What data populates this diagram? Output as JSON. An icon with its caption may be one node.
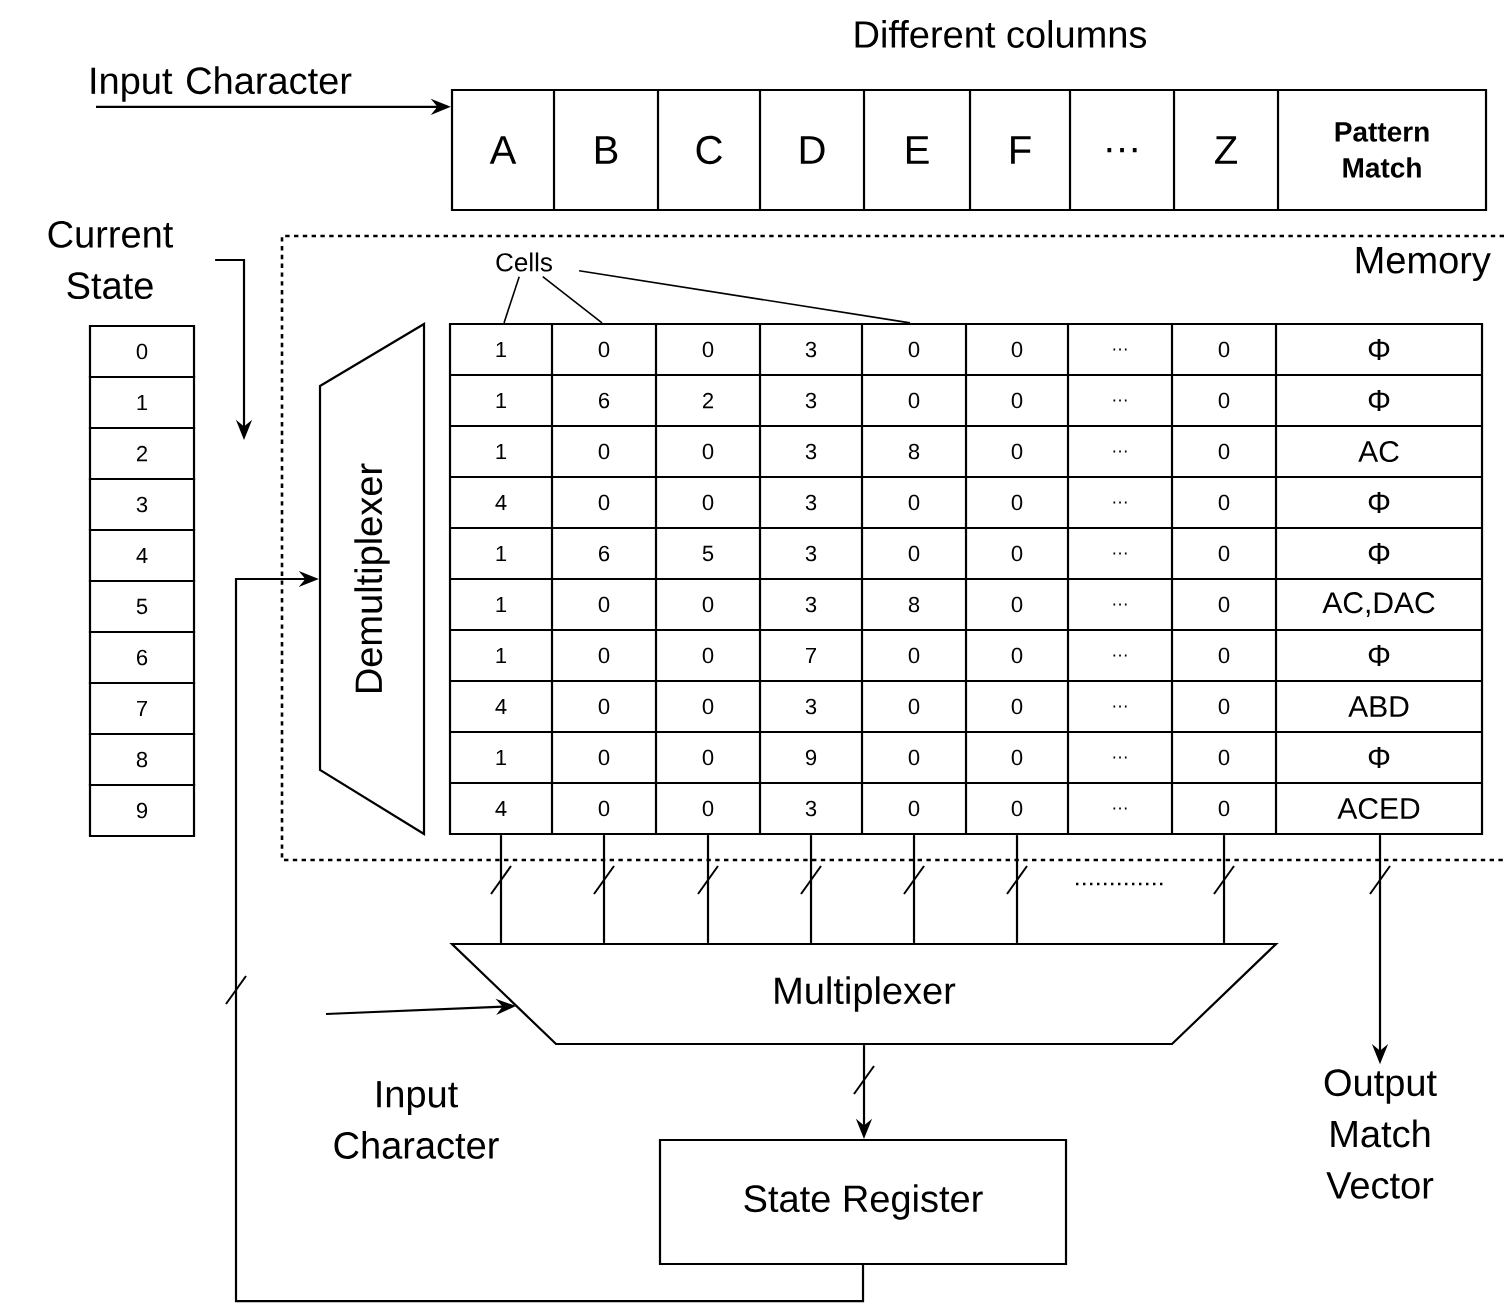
{
  "diagram": {
    "nodes": [
      {
        "text": [
          "Input Character"
        ]
      },
      {
        "text": [],
        "shape": "box"
      },
      {
        "text": [
          "Current State"
        ]
      },
      {
        "text": [
          "Memory"
        ]
      },
      {
        "text": [
          "Cells"
        ],
        "in": 3
      },
      {
        "text": [
          "Demultiplexer"
        ],
        "in": 3
      },
      {
        "text": [],
        "shape": "box",
        "in": 3
      },
      {
        "text": [
          "Multiplexer"
        ]
      },
      {
        "text": [
          "Input Character"
        ]
      },
      {
        "text": [
          "State Register"
        ]
      },
      {
        "text": [
          "Output Match Vector"
        ]
      }
    ],
    "edges": [
      {
        "from": 0,
        "to": 1,
        "arrow": "to"
      },
      {
        "from": 2,
        "to": null,
        "arrow": "to"
      },
      {
        "from": 4,
        "to": 6,
        "arrow": "none"
      },
      {
        "from": 4,
        "to": 6,
        "arrow": "none"
      },
      {
        "from": 4,
        "to": 6,
        "arrow": "none"
      },
      {
        "from": 9,
        "to": 5,
        "arrow": "to"
      },
      {
        "from": 6,
        "to": 7,
        "arrow": "none"
      },
      {
        "from": 6,
        "to": 7,
        "arrow": "none"
      },
      {
        "from": 6,
        "to": 7,
        "arrow": "none"
      },
      {
        "from": 6,
        "to": 7,
        "arrow": "none"
      },
      {
        "from": 6,
        "to": 7,
        "arrow": "none"
      },
      {
        "from": 6,
        "to": 7,
        "arrow": "none"
      },
      {
        "from": 6,
        "to": 7,
        "arrow": "none"
      },
      {
        "from": 6,
        "to": 10,
        "arrow": "to"
      },
      {
        "from": 7,
        "to": 9,
        "arrow": "to"
      },
      {
        "from": 8,
        "to": 7,
        "arrow": "to"
      }
    ],
    "labels": [
      "Different columns",
      "A",
      "B",
      "C",
      "D",
      "E",
      "F",
      "…",
      "Z",
      "Pattern Match",
      "0",
      "1",
      "2",
      "3",
      "4",
      "5",
      "6",
      "7",
      "8",
      "9",
      "1",
      "0",
      "0",
      "3",
      "0",
      "0",
      "…",
      "0",
      "Φ",
      "1",
      "6",
      "2",
      "3",
      "0",
      "0",
      "…",
      "0",
      "Φ",
      "1",
      "0",
      "0",
      "3",
      "8",
      "0",
      "…",
      "0",
      "AC",
      "4",
      "0",
      "0",
      "3",
      "0",
      "0",
      "…",
      "0",
      "Φ",
      "1",
      "6",
      "5",
      "3",
      "0",
      "0",
      "…",
      "0",
      "Φ",
      "1",
      "0",
      "0",
      "3",
      "8",
      "0",
      "…",
      "0",
      "AC,DAC",
      "1",
      "0",
      "0",
      "7",
      "0",
      "0",
      "…",
      "0",
      "Φ",
      "4",
      "0",
      "0",
      "3",
      "0",
      "0",
      "…",
      "0",
      "ABD",
      "1",
      "0",
      "0",
      "9",
      "0",
      "0",
      "…",
      "0",
      "Φ",
      "4",
      "0",
      "0",
      "3",
      "0",
      "0",
      "…",
      "0",
      "ACED"
    ]
  }
}
